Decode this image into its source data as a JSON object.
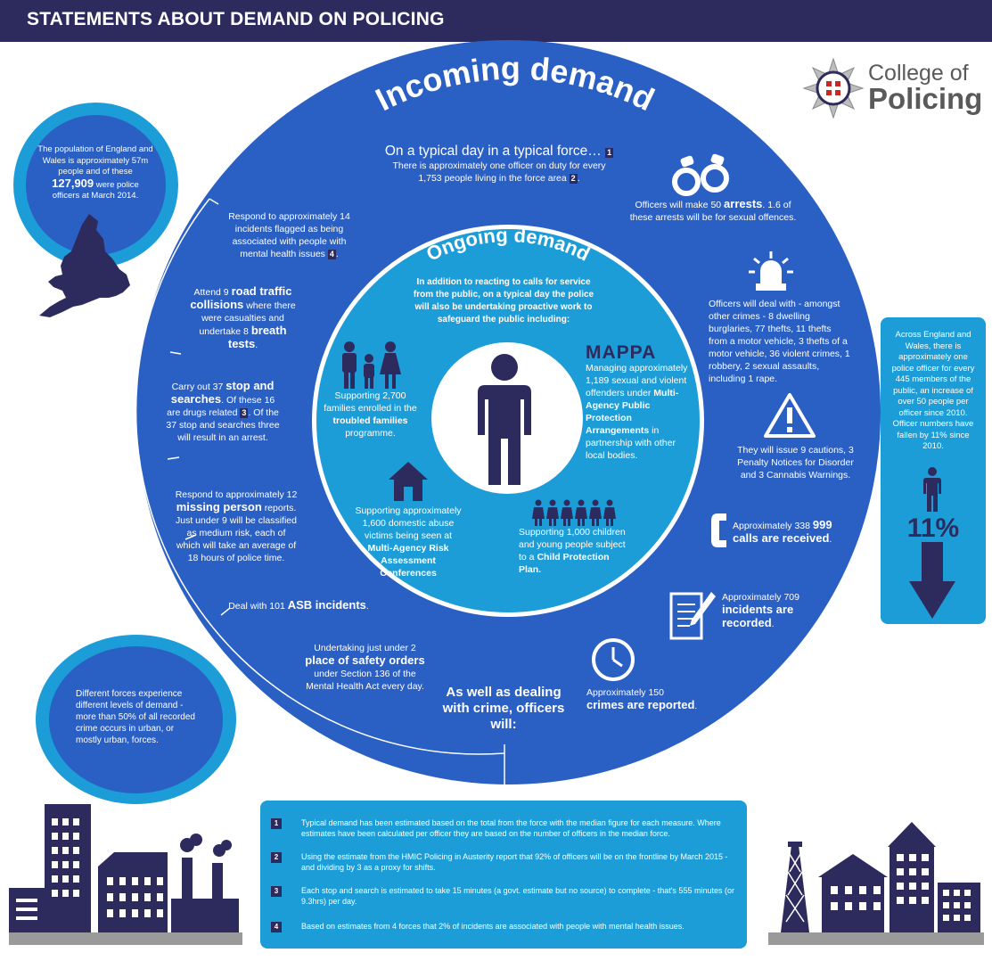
{
  "header": {
    "title": "STATEMENTS ABOUT DEMAND ON POLICING"
  },
  "logo": {
    "line1": "College of",
    "line2": "Policing"
  },
  "incoming": {
    "title": "Incoming demand"
  },
  "ongoing": {
    "title": "Ongoing demand"
  },
  "typical_day": {
    "title": "On a typical day in a typical force…",
    "note1": "1",
    "line1": "There is approximately one officer on duty for every",
    "line2": "1,753 people living in the force area",
    "note2": "2"
  },
  "population": {
    "line1": "The population of England and Wales is approximately 57m people and of these",
    "figure": "127,909",
    "line2": "were police officers at March 2014."
  },
  "left_items": {
    "mental_health": {
      "text": "Respond to approximately 14 incidents flagged as being associated with people with mental health issues",
      "note": "4",
      "end": "."
    },
    "road": {
      "pre": "Attend 9",
      "bold1": "road traffic collisions",
      "mid": "where there were casualties and undertake 8",
      "bold2": "breath tests",
      "end": "."
    },
    "stop": {
      "pre": "Carry out 37",
      "bold": "stop and searches",
      "mid": ". Of these 16 are drugs related",
      "note": "3",
      "end": ". Of the 37 stop and searches three will result in an arrest."
    },
    "missing": {
      "pre": "Respond to approximately 12",
      "bold": "missing person",
      "end": "reports. Just under 9 will be classified as medium risk, each of which will take an average of 18 hours of police time."
    },
    "asb": {
      "pre": "Deal with 101",
      "bold": "ASB incidents",
      "end": "."
    },
    "safety": {
      "pre": "Undertaking just under 2",
      "bold": "place of safety orders",
      "end": "under Section 136 of the Mental Health Act every day."
    }
  },
  "as_well": {
    "text": "As well as dealing with crime, officers will:"
  },
  "right_items": {
    "arrests": {
      "pre": "Officers will make 50",
      "bold": "arrests",
      "end": ". 1.6 of these arrests will be for sexual offences."
    },
    "crimes_dealt": {
      "text": "Officers will deal with - amongst other crimes - 8 dwelling burglaries, 77 thefts, 11 thefts from a motor vehicle, 3 thefts of a motor vehicle, 36 violent crimes, 1 robbery, 2 sexual assaults, including 1 rape."
    },
    "cautions": {
      "text": "They will issue 9 cautions, 3 Penalty Notices for Disorder and 3 Cannabis Warnings."
    },
    "calls": {
      "pre": "Approximately 338",
      "bold": "999 calls are received",
      "end": "."
    },
    "incidents": {
      "pre": "Approximately 709",
      "bold": "incidents are recorded",
      "end": "."
    },
    "crimes_reported": {
      "pre": "Approximately 150",
      "bold": "crimes are reported",
      "end": "."
    }
  },
  "ongoing_items": {
    "intro": "In addition to reacting to calls for service from the public, on a typical day the police will also be undertaking proactive work to safeguard the public including:",
    "families": {
      "pre": "Supporting 2,700 families enrolled in the",
      "bold": "troubled families",
      "end": "programme."
    },
    "mappa": {
      "title": "MAPPA",
      "pre": "Managing approximately 1,189 sexual and violent offenders under",
      "bold": "Multi-Agency Public Protection Arrangements",
      "end": "in partnership with other local bodies."
    },
    "domestic": {
      "pre": "Supporting approximately 1,600 domestic abuse victims being seen at",
      "bold": "Multi-Agency Risk Assessment Conferences"
    },
    "children": {
      "pre": "Supporting 1,000 children and young people subject to a",
      "bold": "Child Protection Plan."
    }
  },
  "different_forces": {
    "text": "Different forces experience different levels of demand - more than 50% of all recorded crime occurs in urban, or mostly urban, forces."
  },
  "right_panel": {
    "text": "Across England and Wales, there is approximately one police officer for every 445 members of the public, an increase of over 50 people per officer since 2010. Officer numbers have fallen by 11% since 2010.",
    "percent": "11%"
  },
  "footnotes": [
    {
      "num": "1",
      "text": "Typical demand has been estimated based on the total from the force with the median figure for each measure. Where estimates have been calculated per officer they are based on the number of officers in the median force."
    },
    {
      "num": "2",
      "text": "Using the estimate from the HMIC Policing in Austerity report that 92% of officers will be on the frontline by March 2015 - and dividing by 3 as a proxy for shifts."
    },
    {
      "num": "3",
      "text": "Each stop and search is estimated to take 15 minutes (a govt. estimate but no source) to complete - that's 555 minutes (or 9.3hrs) per day."
    },
    {
      "num": "4",
      "text": "Based on estimates from 4 forces that 2% of incidents are associated with people with mental health issues."
    }
  ],
  "colors": {
    "navy": "#2d2a5e",
    "blue": "#2a5fc4",
    "light_blue": "#1d9dd8"
  }
}
